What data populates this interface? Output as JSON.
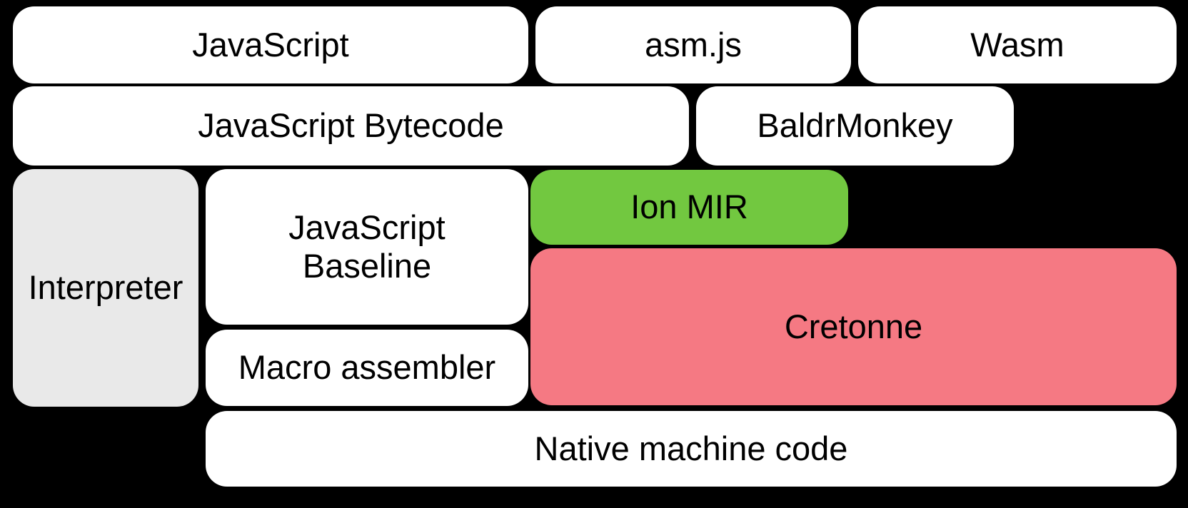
{
  "colors": {
    "background": "#000000",
    "box-fill": "#ffffff",
    "interpreter-fill": "#e9e9e9",
    "ion-mir-fill": "#72c840",
    "cretonne-fill": "#f57983",
    "text": "#000000"
  },
  "diagram": {
    "boxes": [
      {
        "id": "javascript",
        "label": "JavaScript"
      },
      {
        "id": "asmjs",
        "label": "asm.js"
      },
      {
        "id": "wasm",
        "label": "Wasm"
      },
      {
        "id": "javascript-bytecode",
        "label": "JavaScript Bytecode"
      },
      {
        "id": "baldrmonkey",
        "label": "BaldrMonkey"
      },
      {
        "id": "interpreter",
        "label": "Interpreter"
      },
      {
        "id": "javascript-baseline",
        "label": "JavaScript Baseline"
      },
      {
        "id": "ion-mir",
        "label": "Ion MIR"
      },
      {
        "id": "cretonne",
        "label": "Cretonne"
      },
      {
        "id": "macro-assembler",
        "label": "Macro assembler"
      },
      {
        "id": "native-machine-code",
        "label": "Native machine code"
      }
    ]
  }
}
